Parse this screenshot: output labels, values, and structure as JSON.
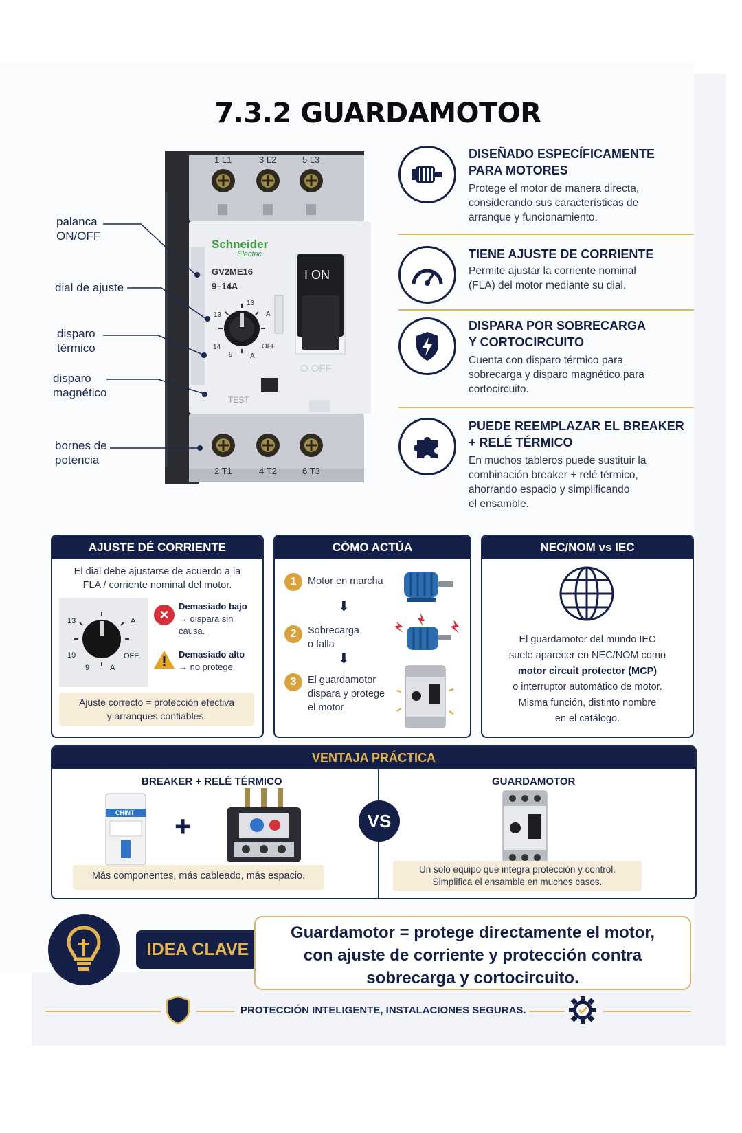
{
  "title": "7.3.2 GUARDAMOTOR",
  "device": {
    "brand": "Schneider",
    "brand_sub": "Electric",
    "model": "GV2ME16",
    "range": "9–14A",
    "on_label": "I ON",
    "off_label": "O OFF",
    "test_label": "TEST",
    "top_terminals": [
      "1 L1",
      "3 L2",
      "5 L3"
    ],
    "bottom_terminals": [
      "2 T1",
      "4 T2",
      "6 T3"
    ],
    "dial_labels": {
      "a": "13",
      "b": "13",
      "c": "14",
      "d": "9",
      "e": "A",
      "f": "A",
      "off": "OFF"
    }
  },
  "callouts": [
    {
      "line1": "palanca",
      "line2": "ON/OFF"
    },
    {
      "line1": "dial de ajuste",
      "line2": ""
    },
    {
      "line1": "disparo",
      "line2": "térmico"
    },
    {
      "line1": "disparo",
      "line2": "magnético"
    },
    {
      "line1": "bornes de",
      "line2": "potencia"
    }
  ],
  "features": [
    {
      "icon": "motor-icon",
      "title1": "DISEÑADO ESPECÍFICAMENTE",
      "title2": "PARA MOTORES",
      "desc": [
        "Protege el motor de manera directa,",
        "considerando sus características de",
        "arranque y funcionamiento."
      ]
    },
    {
      "icon": "gauge-icon",
      "title1": "TIENE AJUSTE DE CORRIENTE",
      "title2": "",
      "desc": [
        "Permite ajustar la corriente nominal",
        "(FLA) del motor mediante su dial."
      ]
    },
    {
      "icon": "shield-bolt-icon",
      "title1": "DISPARA POR SOBRECARGA",
      "title2": "Y CORTOCIRCUITO",
      "desc": [
        "Cuenta con disparo térmico para",
        "sobrecarga y disparo magnético para",
        "cortocircuito."
      ]
    },
    {
      "icon": "puzzle-icon",
      "title1": "PUEDE REEMPLAZAR EL BREAKER",
      "title2": "+ RELÉ TÉRMICO",
      "desc": [
        "En muchos tableros puede sustituir la",
        "combinación breaker + relé térmico,",
        "ahorrando espacio y simplificando",
        "el ensamble."
      ]
    }
  ],
  "ajuste": {
    "head": "AJUSTE DÉ CORRIENTE",
    "intro": [
      "El dial debe ajustarse de acuerdo a la",
      "FLA / corriente nominal del motor."
    ],
    "low_title": "Demasiado bajo",
    "low_desc": [
      "→ dispara sin",
      "causa."
    ],
    "high_title": "Demasiado alto",
    "high_desc": [
      "→ no protege."
    ],
    "note": [
      "Ajuste correcto = protección efectiva",
      "y arranques confiables."
    ],
    "dial": {
      "t13": "13",
      "t19": "19",
      "t9": "9",
      "tA1": "A",
      "tA2": "A",
      "off": "OFF"
    }
  },
  "como": {
    "head": "CÓMO ACTÚA",
    "steps": [
      {
        "n": "1",
        "lines": [
          "Motor en marcha"
        ]
      },
      {
        "n": "2",
        "lines": [
          "Sobrecarga",
          "o falla"
        ]
      },
      {
        "n": "3",
        "lines": [
          "El guardamotor",
          "dispara y protege",
          "el motor"
        ]
      }
    ]
  },
  "nec": {
    "head": "NEC/NOM vs IEC",
    "lines": [
      "El guardamotor del mundo IEC",
      "suele aparecer en NEC/NOM como"
    ],
    "bold": "motor circuit protector (MCP)",
    "lines2": [
      "o interruptor automático de motor.",
      "Misma función, distinto nombre",
      "en el catálogo."
    ]
  },
  "ventaja": {
    "head": "VENTAJA PRÁCTICA",
    "left_title": "BREAKER + RELÉ TÉRMICO",
    "plus": "+",
    "breaker_brand": "CHINT",
    "left_note": "Más componentes, más cableado, más espacio.",
    "vs": "VS",
    "right_title": "GUARDAMOTOR",
    "right_note": [
      "Un solo equipo que integra protección y control.",
      "Simplifica el ensamble en muchos casos."
    ]
  },
  "idea": {
    "label": "IDEA CLAVE",
    "text": [
      "Guardamotor = protege directamente el motor,",
      "con ajuste de corriente y protección contra",
      "sobrecarga y cortocircuito."
    ]
  },
  "footer": "PROTECCIÓN INTELIGENTE, INSTALACIONES SEGURAS.",
  "colors": {
    "navy": "#142048",
    "gold": "#d9b66a",
    "amber": "#e6b64d",
    "red": "#d6303a"
  }
}
